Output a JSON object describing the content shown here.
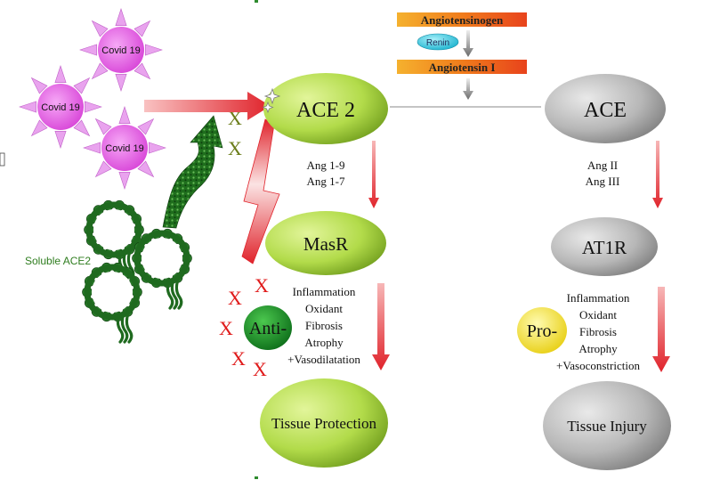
{
  "virus_label": "Covid 19",
  "soluble_label": "Soluble ACE2",
  "pathway": {
    "angiotensinogen": "Angiotensinogen",
    "renin": "Renin",
    "angiotensin1": "Angiotensin I"
  },
  "left": {
    "ace2": "ACE 2",
    "ang_top": "Ang 1-9",
    "ang_bottom": "Ang 1-7",
    "receptor": "MasR",
    "effect_prefix": "Anti-",
    "effects": [
      "Inflammation",
      "Oxidant",
      "Fibrosis",
      "Atrophy",
      "+Vasodilatation"
    ],
    "outcome": "Tissue Protection"
  },
  "right": {
    "ace": "ACE",
    "ang_top": "Ang II",
    "ang_bottom": "Ang III",
    "receptor": "AT1R",
    "effect_prefix": "Pro-",
    "effects": [
      "Inflammation",
      "Oxidant",
      "Fibrosis",
      "Atrophy",
      "+Vasoconstriction"
    ],
    "outcome": "Tissue Injury"
  },
  "block_mark": "X",
  "colors": {
    "virus": "#e85ae8",
    "spike": "#e9a3ee",
    "ace2_green": "#a8d43a",
    "anti_green": "#1e9a2a",
    "ace_gray": "#a6a6a6",
    "pro_yellow": "#f2e42a",
    "arrow_red": "#e0232b",
    "bar_orange": "#f0841f",
    "renin_cyan": "#2bc8e0",
    "x_green": "#6b7d1a",
    "x_red": "#e01b1b"
  }
}
